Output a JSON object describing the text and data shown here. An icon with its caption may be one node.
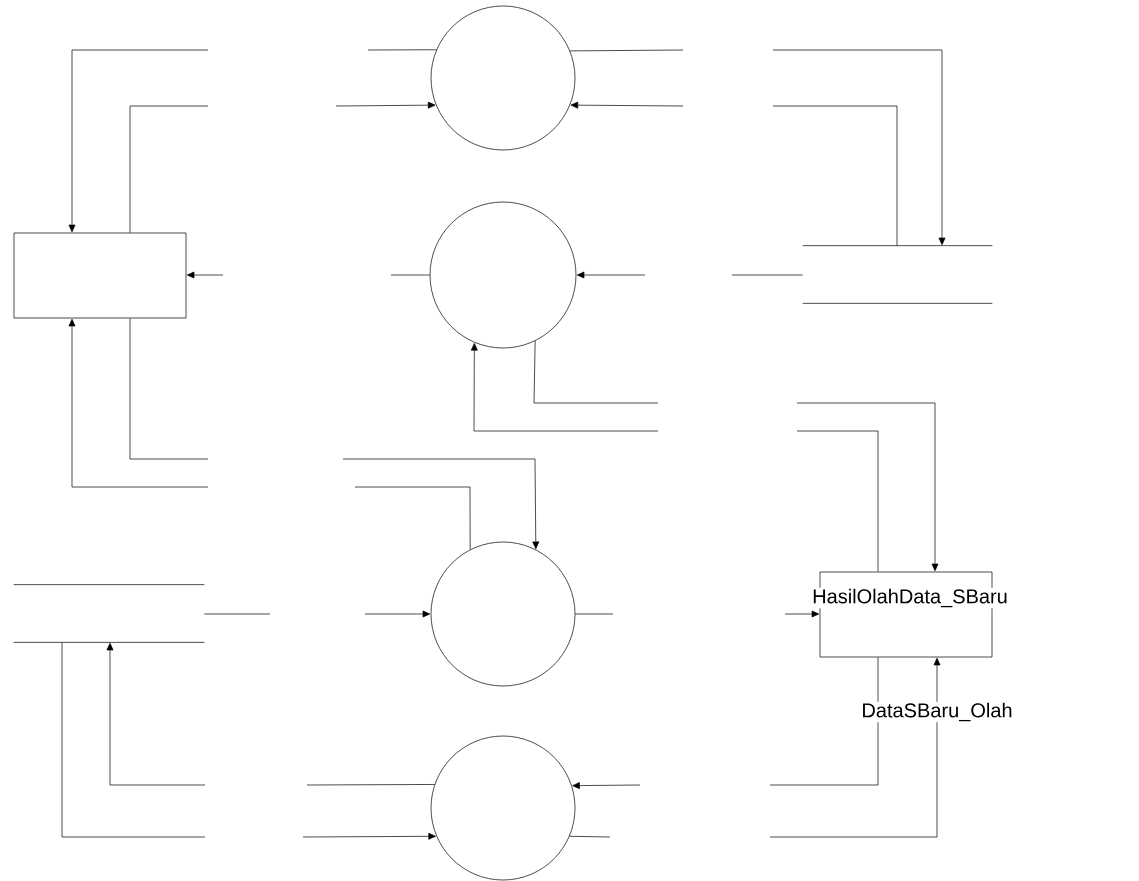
{
  "diagram": {
    "nodes": [
      {
        "text": [],
        "shape": "circle"
      },
      {
        "text": [],
        "shape": "box"
      },
      {
        "text": [],
        "shape": "circle"
      },
      {
        "text": [],
        "shape": "lines"
      },
      {
        "text": [],
        "shape": "circle"
      },
      {
        "text": [],
        "shape": "lines"
      },
      {
        "text": [],
        "shape": "box"
      },
      {
        "text": [],
        "shape": "circle"
      }
    ],
    "edges": [
      {
        "from": null,
        "to": 1,
        "arrow": "to"
      },
      {
        "from": 1,
        "to": null,
        "arrow": "none"
      },
      {
        "from": null,
        "to": 1,
        "arrow": "to"
      },
      {
        "from": 1,
        "to": null,
        "arrow": "none"
      },
      {
        "from": null,
        "to": 1,
        "arrow": "to"
      },
      {
        "from": null,
        "to": 0,
        "arrow": "none"
      },
      {
        "from": null,
        "to": 0,
        "arrow": "to"
      },
      {
        "from": 0,
        "to": null,
        "arrow": "none"
      },
      {
        "from": null,
        "to": 0,
        "arrow": "to"
      },
      {
        "from": null,
        "to": 3,
        "arrow": "to"
      },
      {
        "from": 3,
        "to": null,
        "arrow": "none"
      },
      {
        "from": 2,
        "to": null,
        "arrow": "none"
      },
      {
        "from": null,
        "to": 2,
        "arrow": "to"
      },
      {
        "from": 3,
        "to": null,
        "arrow": "none"
      },
      {
        "from": 2,
        "to": null,
        "arrow": "none"
      },
      {
        "from": null,
        "to": 2,
        "arrow": "to"
      },
      {
        "from": null,
        "to": 6,
        "arrow": "to"
      },
      {
        "from": 6,
        "to": null,
        "arrow": "none"
      },
      {
        "from": null,
        "to": 4,
        "arrow": "to"
      },
      {
        "from": 4,
        "to": null,
        "arrow": "none"
      },
      {
        "from": null,
        "to": 4,
        "arrow": "to"
      },
      {
        "from": 4,
        "to": null,
        "arrow": "none"
      },
      {
        "from": null,
        "to": 6,
        "arrow": "to",
        "label": "HasilOlahData_SBaru"
      },
      {
        "from": 6,
        "to": null,
        "arrow": "none"
      },
      {
        "from": null,
        "to": 6,
        "arrow": "to",
        "label": "DataSBaru_Olah"
      },
      {
        "from": 5,
        "to": null,
        "arrow": "none"
      },
      {
        "from": null,
        "to": 5,
        "arrow": "to"
      },
      {
        "from": 5,
        "to": null,
        "arrow": "none"
      },
      {
        "from": null,
        "to": 7,
        "arrow": "none"
      },
      {
        "from": null,
        "to": 7,
        "arrow": "to"
      },
      {
        "from": null,
        "to": 7,
        "arrow": "to"
      },
      {
        "from": 7,
        "to": null,
        "arrow": "none"
      }
    ]
  }
}
